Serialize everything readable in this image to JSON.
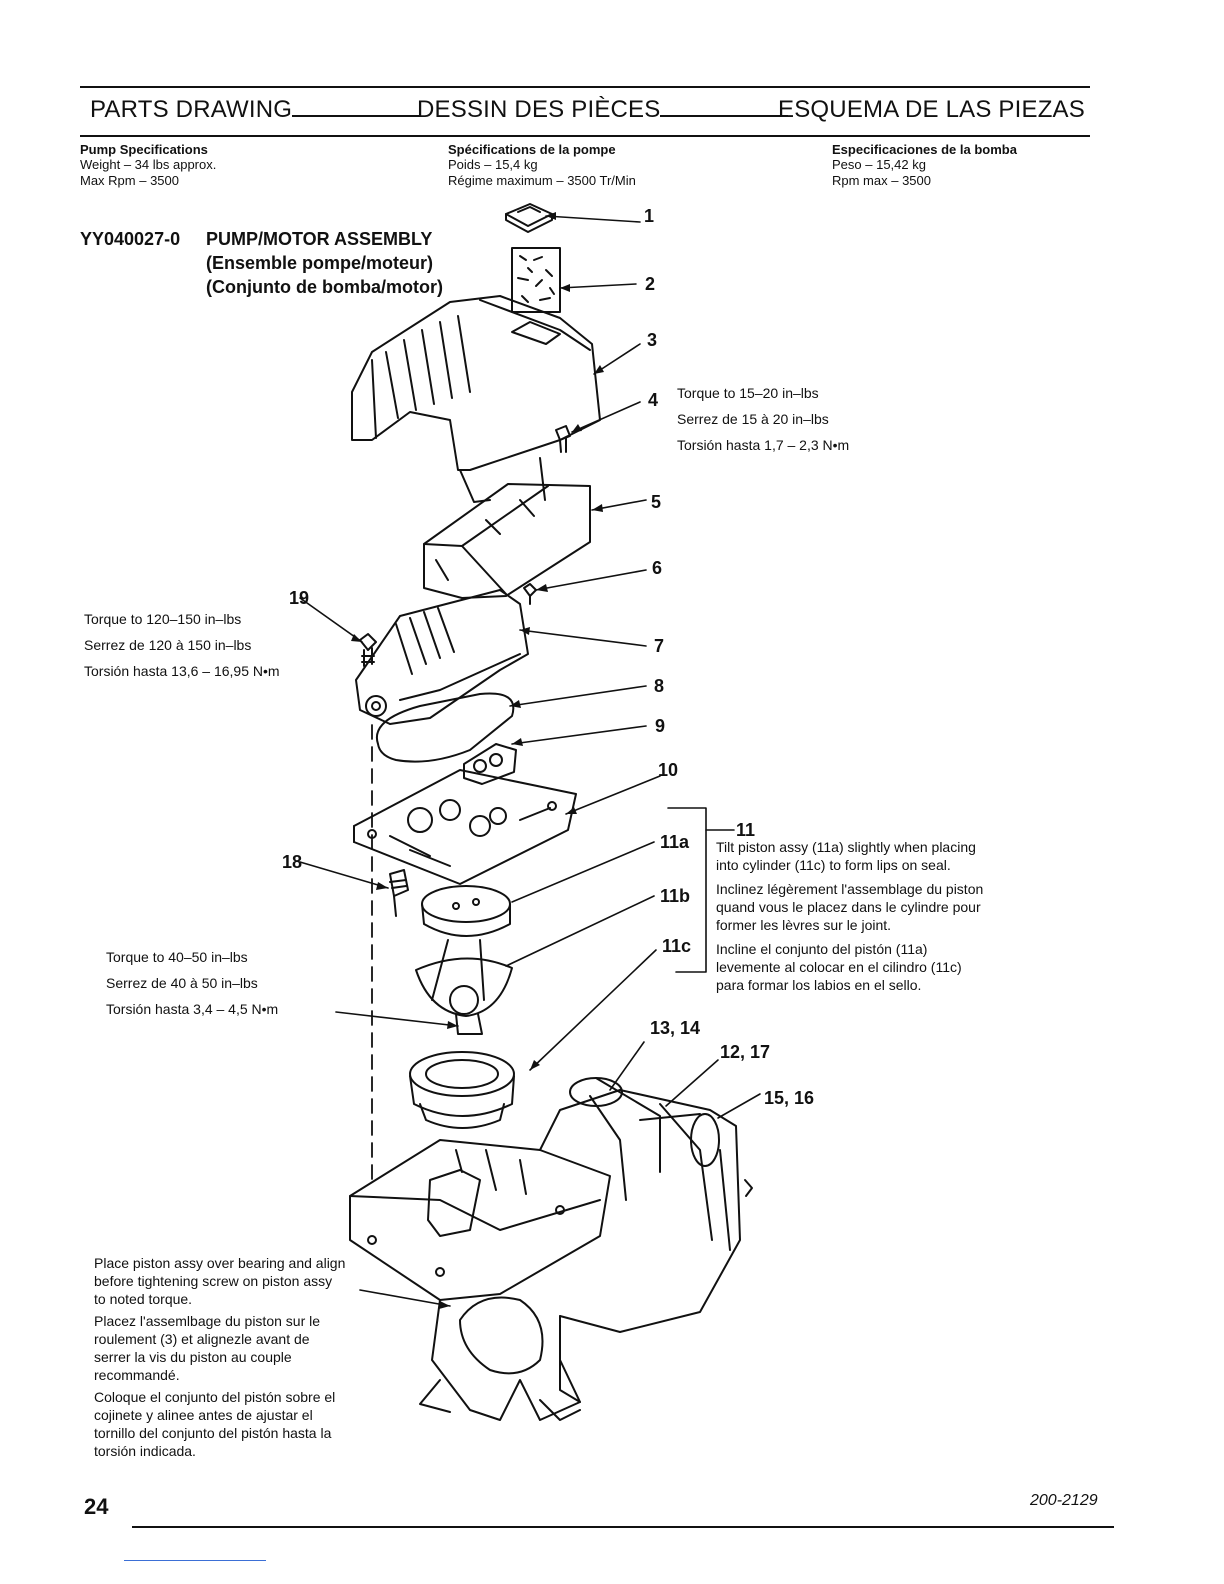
{
  "header": {
    "col1": "PARTS DRAWING",
    "col2": "DESSIN DES PIÈCES",
    "col3": "ESQUEMA DE LAS PIEZAS"
  },
  "specs": {
    "en": {
      "title": "Pump Specifications",
      "weight": "Weight – 34 lbs approx.",
      "rpm": "Max Rpm – 3500"
    },
    "fr": {
      "title": "Spécifications de la pompe",
      "weight": "Poids – 15,4 kg",
      "rpm": "Régime maximum – 3500 Tr/Min"
    },
    "es": {
      "title": "Especificaciones de la bomba",
      "weight": "Peso – 15,42 kg",
      "rpm": "Rpm max – 3500"
    }
  },
  "assembly": {
    "code": "YY040027-0",
    "name_en": "PUMP/MOTOR ASSEMBLY",
    "name_fr": "(Ensemble pompe/moteur)",
    "name_es": "(Conjunto de bomba/motor)"
  },
  "callouts": {
    "c1": "1",
    "c2": "2",
    "c3": "3",
    "c4": "4",
    "c5": "5",
    "c6": "6",
    "c7": "7",
    "c8": "8",
    "c9": "9",
    "c10": "10",
    "c11": "11",
    "c11a": "11a",
    "c11b": "11b",
    "c11c": "11c",
    "c13_14": "13, 14",
    "c12_17": "12, 17",
    "c15_16": "15, 16",
    "c18": "18",
    "c19": "19"
  },
  "notes": {
    "torque4": [
      "Torque to 15–20 in–lbs",
      "Serrez de 15 à 20 in–lbs",
      "Torsión hasta 1,7 – 2,3 N•m"
    ],
    "torque19": [
      "Torque to 120–150 in–lbs",
      "Serrez de 120 à 150 in–lbs",
      "Torsión hasta 13,6 – 16,95 N•m"
    ],
    "torque18": [
      "Torque to 40–50 in–lbs",
      "Serrez de 40 à 50 in–lbs",
      "Torsión hasta 3,4 – 4,5 N•m"
    ],
    "tilt": {
      "en": [
        "Tilt piston assy (11a) slightly when placing",
        "into cylinder (11c) to form lips on seal."
      ],
      "fr": [
        "Inclinez légèrement l'assemblage du piston",
        "quand vous le placez dans le cylindre pour",
        "former les lèvres sur le joint."
      ],
      "es": [
        "Incline el conjunto del pistón (11a)",
        "levemente al colocar en el cilindro (11c)",
        "para formar los labios en el sello."
      ]
    },
    "place": {
      "en": [
        "Place piston assy over bearing and align",
        "before tightening screw on piston assy",
        "to noted torque."
      ],
      "fr": [
        "Placez l'assemlbage du piston sur le",
        "roulement (3) et alignezle avant de",
        "serrer la vis du piston au couple",
        "recommandé."
      ],
      "es": [
        "Coloque el conjunto del pistón sobre el",
        "cojinete y alinee antes de ajustar el",
        "tornillo del conjunto del pistón hasta la",
        "torsión indicada."
      ]
    }
  },
  "footer": {
    "page": "24",
    "code": "200-2129"
  }
}
